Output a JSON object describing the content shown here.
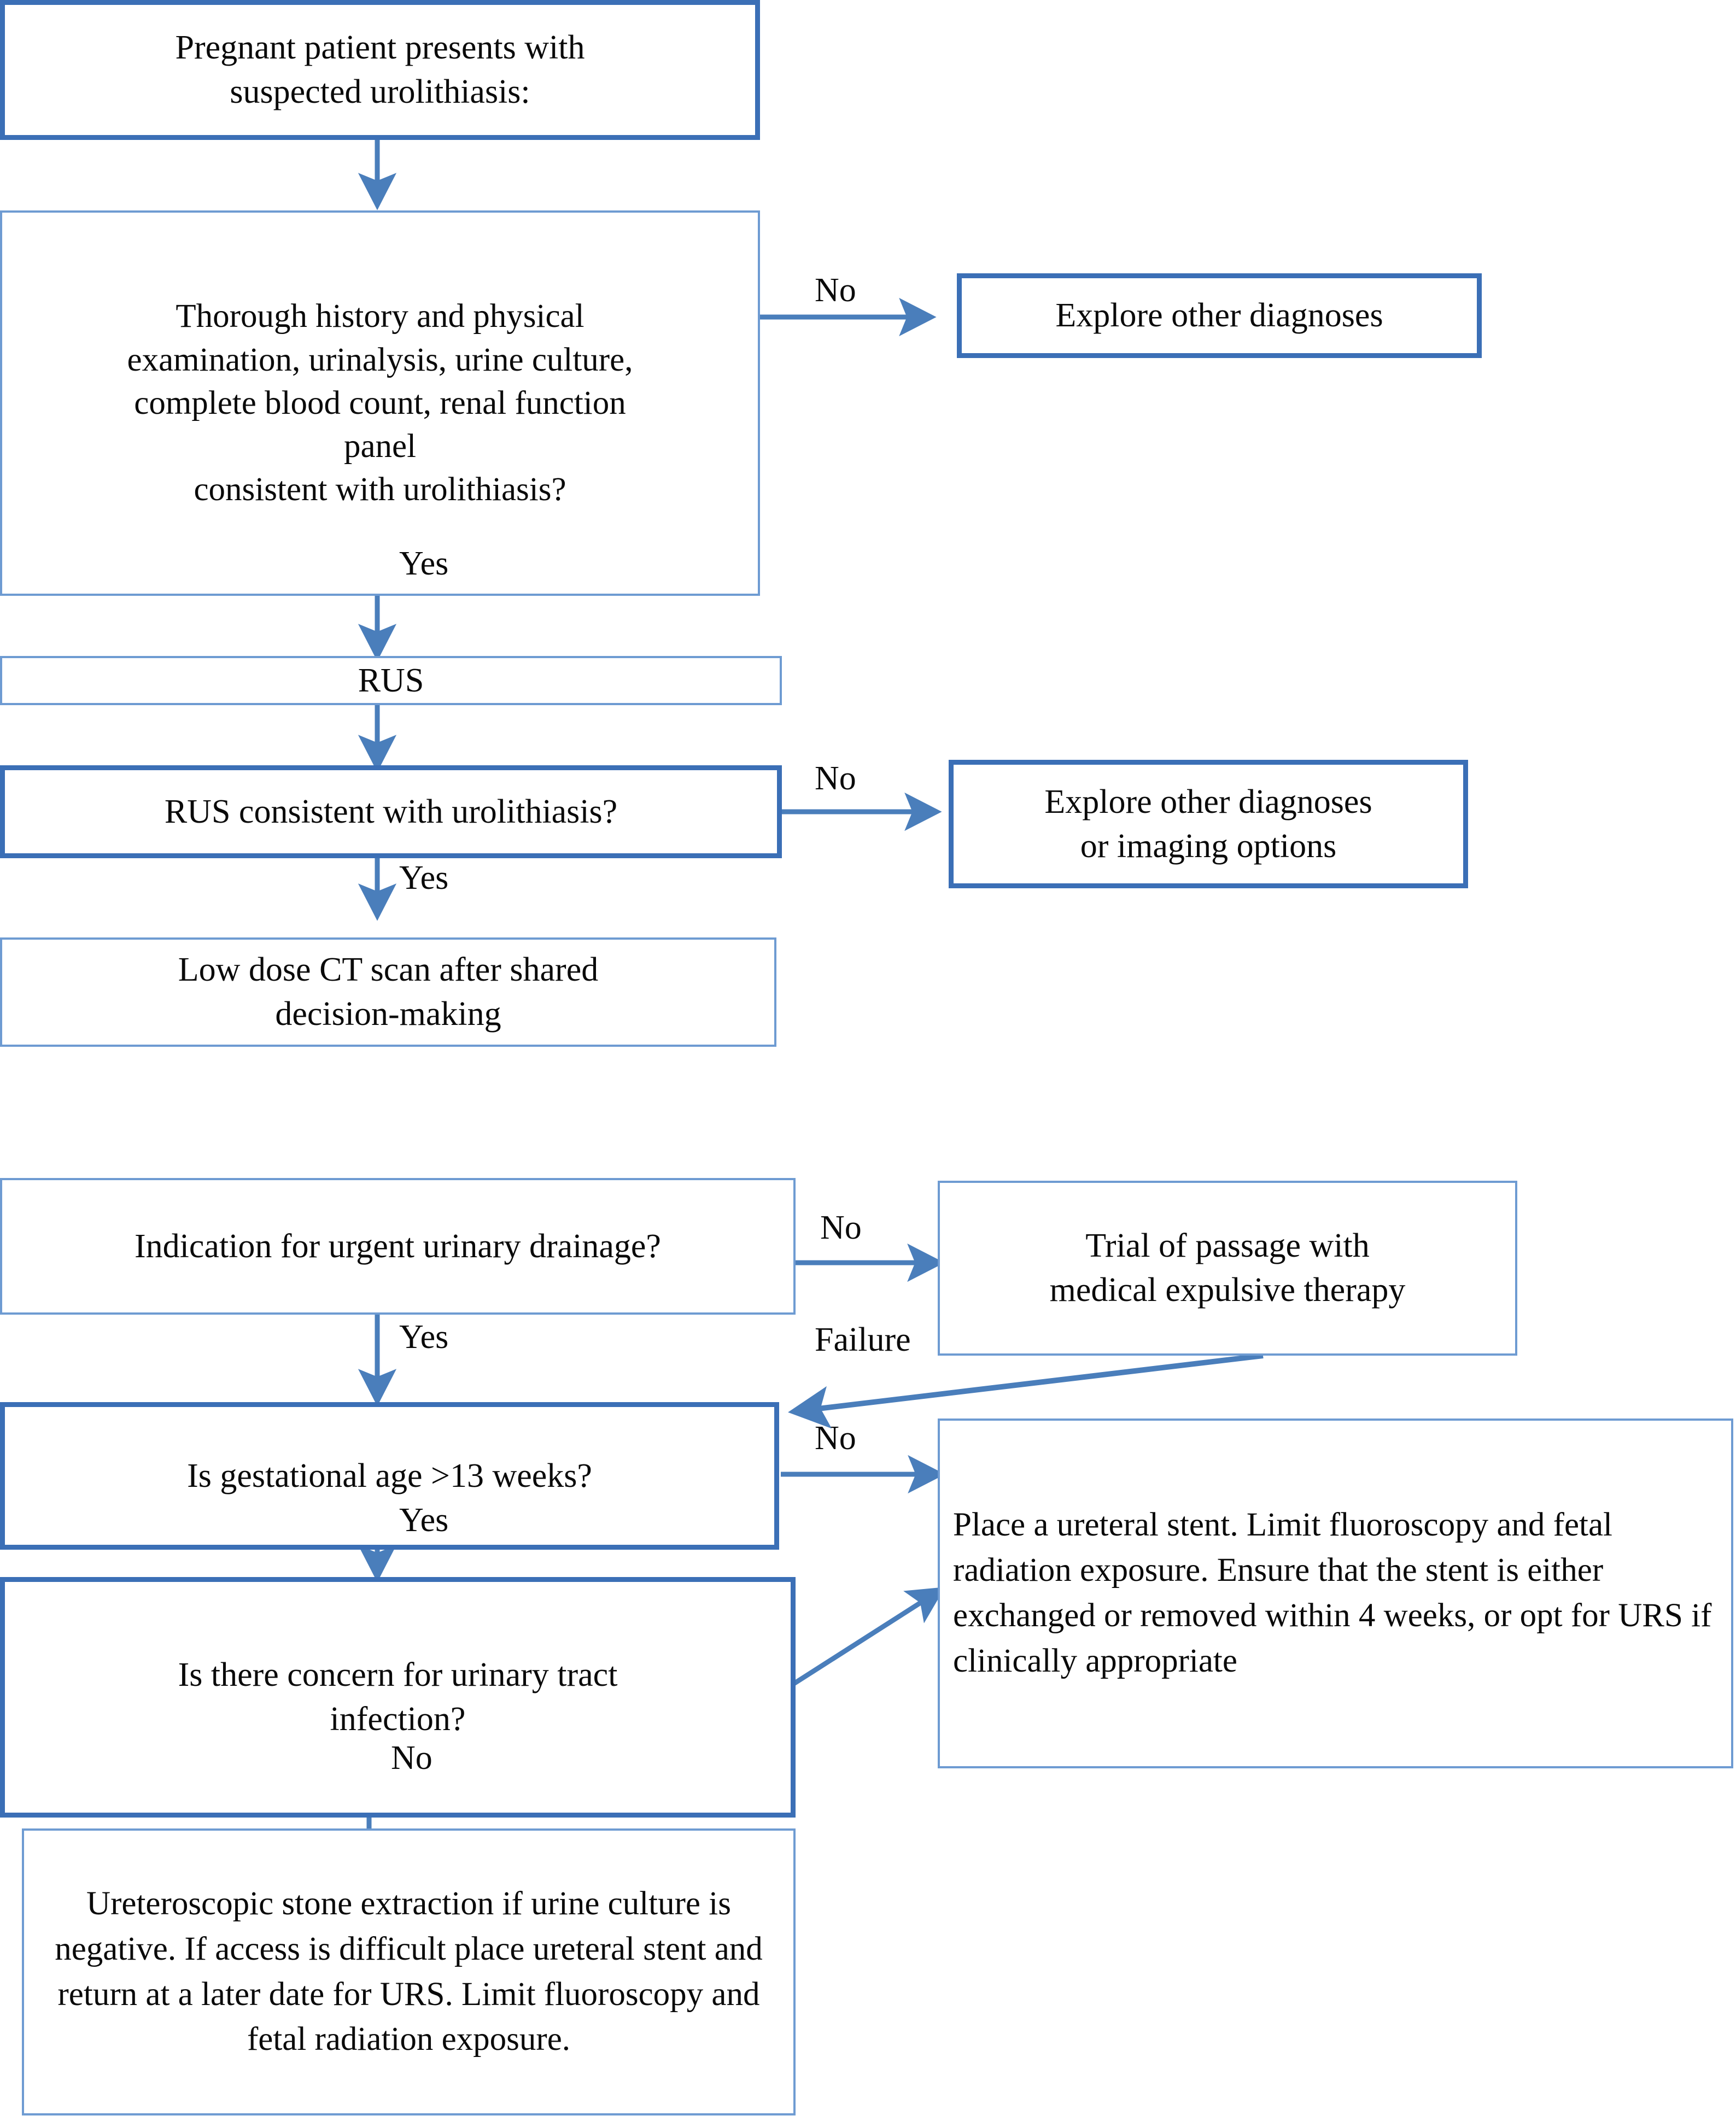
{
  "diagram": {
    "title": "Clinical algorithm for suspected urolithiasis in pregnancy",
    "accent_color": "#4a7ebb",
    "background_color": "#ffffff",
    "text_color": "#000000",
    "nodes": [
      {
        "id": "start",
        "label": "Pregnant patient presents with\nsuspected urolithiasis:"
      },
      {
        "id": "workup",
        "label": "Thorough history and physical\nexamination, urinalysis, urine culture,\ncomplete blood count, renal function\npanel\nconsistent with urolithiasis?"
      },
      {
        "id": "explore1",
        "label": "Explore other diagnoses"
      },
      {
        "id": "rus",
        "label": "RUS"
      },
      {
        "id": "rus_q",
        "label": "RUS consistent with urolithiasis?"
      },
      {
        "id": "explore2",
        "label": "Explore other diagnoses\nor imaging options"
      },
      {
        "id": "ct",
        "label": "Low dose CT scan after shared\ndecision-making"
      },
      {
        "id": "drainage_q",
        "label": "Indication for urgent urinary drainage?"
      },
      {
        "id": "met",
        "label": "Trial of passage with\nmedical expulsive therapy"
      },
      {
        "id": "ga_q",
        "label": "Is gestational age  >13 weeks?"
      },
      {
        "id": "stent",
        "label": "Place a ureteral stent. Limit fluoroscopy and fetal radiation exposure. Ensure that the stent is either exchanged or removed within 4 weeks, or opt for URS if clinically appropriate"
      },
      {
        "id": "uti_q",
        "label": "Is there concern for urinary tract\ninfection?"
      },
      {
        "id": "urs",
        "label": "Ureteroscopic stone extraction if urine culture is negative. If access is difficult place ureteral stent and return at a later date for URS. Limit fluoroscopy and fetal radiation exposure."
      }
    ],
    "edge_labels": [
      {
        "id": "workup-no",
        "text": "No"
      },
      {
        "id": "workup-yes",
        "text": "Yes"
      },
      {
        "id": "rusq-no",
        "text": "No"
      },
      {
        "id": "rusq-yes",
        "text": "Yes"
      },
      {
        "id": "drainage-no",
        "text": "No"
      },
      {
        "id": "drainage-yes",
        "text": "Yes"
      },
      {
        "id": "met-failure",
        "text": "Failure"
      },
      {
        "id": "gaq-no",
        "text": "No"
      },
      {
        "id": "gaq-yes",
        "text": "Yes"
      },
      {
        "id": "utiq-no",
        "text": "No"
      }
    ]
  }
}
